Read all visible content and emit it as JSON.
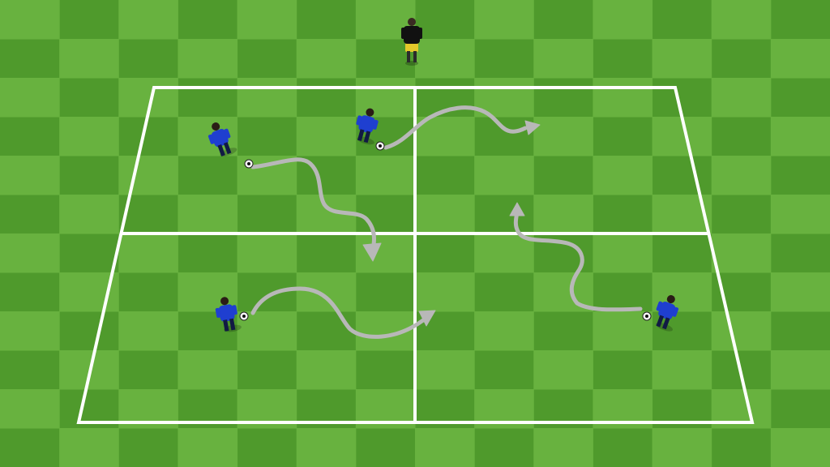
{
  "colors": {
    "grass_light": "#68b23f",
    "grass_dark": "#4f9a2c",
    "line": "#ffffff",
    "arrow": "#b8b8b8",
    "team_kit": "#1f3fd0",
    "coach_shirt": "#111111",
    "coach_shorts": "#e3c82a"
  },
  "figures": [
    {
      "id": "coach",
      "role": "coach",
      "kit": "coach"
    },
    {
      "id": "player-1",
      "role": "player",
      "kit": "blue",
      "ball": true
    },
    {
      "id": "player-2",
      "role": "player",
      "kit": "blue",
      "ball": true
    },
    {
      "id": "player-3",
      "role": "player",
      "kit": "blue",
      "ball": true
    },
    {
      "id": "player-4",
      "role": "player",
      "kit": "blue",
      "ball": true
    }
  ],
  "arrows": [
    {
      "id": "dribble-path-1",
      "kind": "dribble",
      "from": "player-1"
    },
    {
      "id": "dribble-path-2",
      "kind": "dribble",
      "from": "player-2"
    },
    {
      "id": "dribble-path-3",
      "kind": "dribble",
      "from": "player-3"
    },
    {
      "id": "dribble-path-4",
      "kind": "dribble",
      "from": "player-4"
    }
  ],
  "grid": {
    "areas": 4,
    "rows": 2,
    "columns": 2
  }
}
